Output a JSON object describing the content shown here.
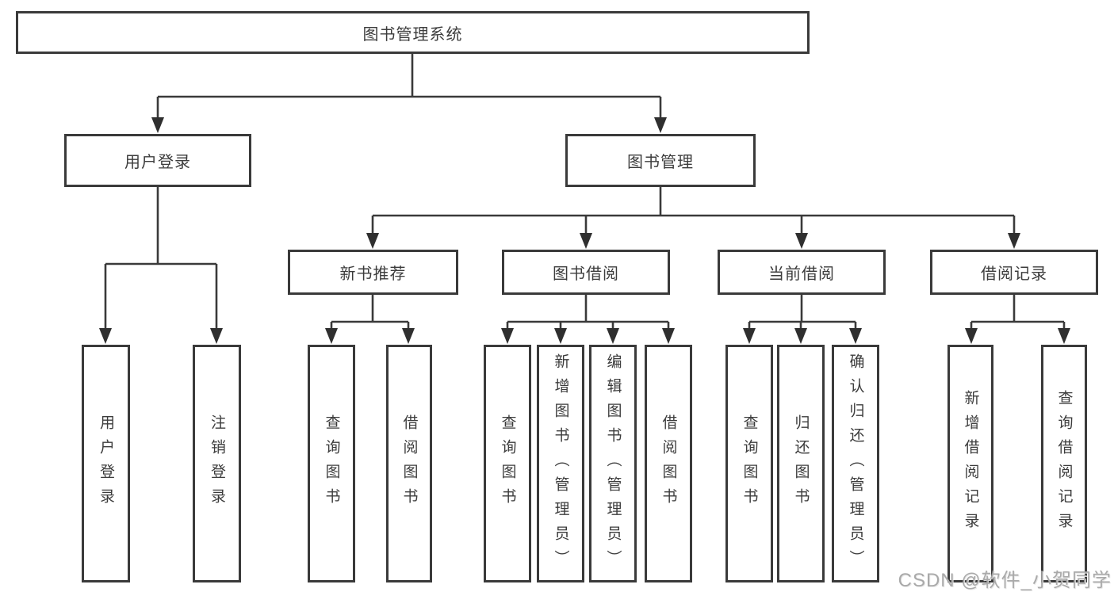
{
  "watermark": "CSDN @软件_小贺同学",
  "tree": {
    "label": "图书管理系统",
    "children": [
      {
        "label": "用户登录",
        "children": [
          {
            "label": "用户登录"
          },
          {
            "label": "注销登录"
          }
        ]
      },
      {
        "label": "图书管理",
        "children": [
          {
            "label": "新书推荐",
            "children": [
              {
                "label": "查询图书"
              },
              {
                "label": "借阅图书"
              }
            ]
          },
          {
            "label": "图书借阅",
            "children": [
              {
                "label": "查询图书"
              },
              {
                "label": "新增图书（管理员）"
              },
              {
                "label": "编辑图书（管理员）"
              },
              {
                "label": "借阅图书"
              }
            ]
          },
          {
            "label": "当前借阅",
            "children": [
              {
                "label": "查询图书"
              },
              {
                "label": "归还图书"
              },
              {
                "label": "确认归还（管理员）"
              }
            ]
          },
          {
            "label": "借阅记录",
            "children": [
              {
                "label": "新增借阅记录"
              },
              {
                "label": "查询借阅记录"
              }
            ]
          }
        ]
      }
    ]
  },
  "colors": {
    "line": "#3a3a3a",
    "border": "#3a3a3a",
    "text": "#3c3c3c",
    "background": "#ffffff",
    "watermark": "#a5a5a5"
  }
}
